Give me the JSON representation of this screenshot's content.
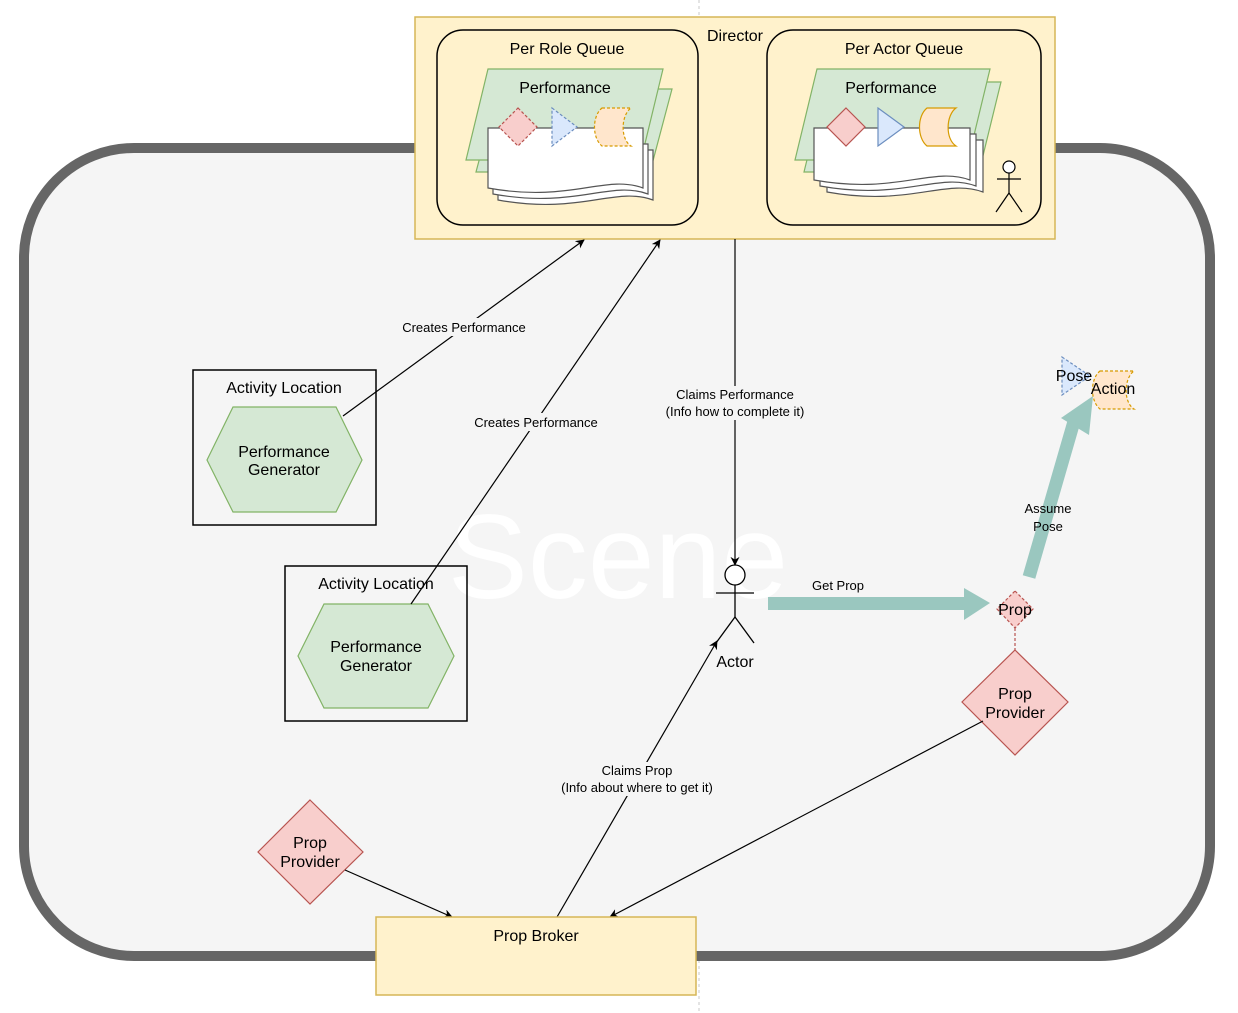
{
  "scene": {
    "label": "Scene"
  },
  "director": {
    "label": "Director",
    "per_role_queue": {
      "label": "Per Role Queue",
      "performance_label": "Performance"
    },
    "per_actor_queue": {
      "label": "Per Actor Queue",
      "performance_label": "Performance"
    }
  },
  "activity_locations": [
    {
      "label": "Activity Location",
      "generator_line1": "Performance",
      "generator_line2": "Generator"
    },
    {
      "label": "Activity Location",
      "generator_line1": "Performance",
      "generator_line2": "Generator"
    }
  ],
  "actor": {
    "label": "Actor"
  },
  "prop": {
    "label": "Prop"
  },
  "pose": {
    "label": "Pose"
  },
  "action": {
    "label": "Action"
  },
  "prop_providers": [
    {
      "line1": "Prop",
      "line2": "Provider"
    },
    {
      "line1": "Prop",
      "line2": "Provider"
    }
  ],
  "prop_broker": {
    "label": "Prop Broker"
  },
  "edges": {
    "creates_performance_1": "Creates Performance",
    "creates_performance_2": "Creates Performance",
    "claims_performance_line1": "Claims Performance",
    "claims_performance_line2": "(Info how to complete it)",
    "get_prop": "Get Prop",
    "assume_pose_line1": "Assume",
    "assume_pose_line2": "Pose",
    "claims_prop_line1": "Claims Prop",
    "claims_prop_line2": "(Info about where to get it)"
  },
  "colors": {
    "scene_fill": "#f5f5f5",
    "scene_stroke": "#666666",
    "director_fill": "#fff2cc",
    "director_stroke": "#d6b656",
    "performance_fill": "#d5e8d4",
    "performance_stroke": "#82b366",
    "prop_fill": "#f8cecc",
    "prop_stroke": "#b85450",
    "pose_fill": "#dae8fc",
    "pose_stroke": "#6c8ebf",
    "action_fill": "#ffe6cc",
    "action_stroke": "#d79b00",
    "thick_arrow": "#9ac7bf"
  }
}
